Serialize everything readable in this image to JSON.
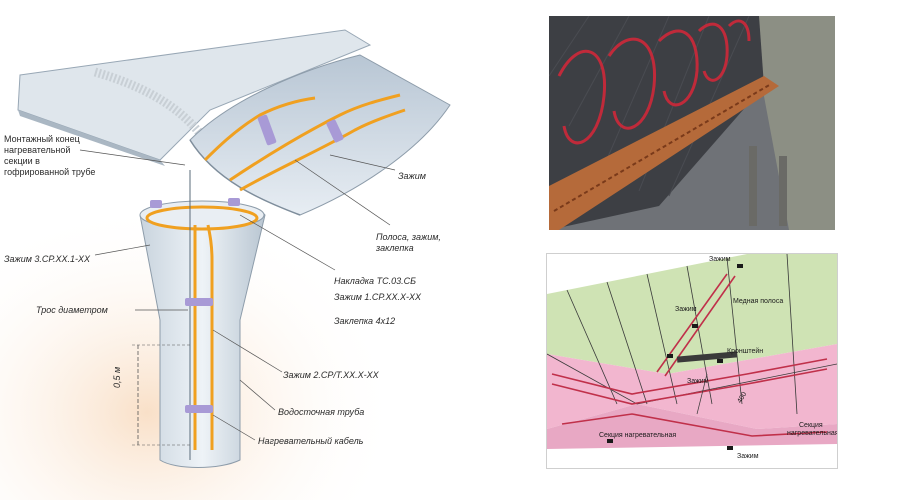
{
  "left_diagram": {
    "labels": {
      "mount_end": "Монтажный конец нагревательной секции в гофрированной трубе",
      "clamp_top": "Зажим",
      "strip": "Полоса, зажим, заклепка",
      "clamp_3": "Зажим 3.СР.ХХ.1-ХХ",
      "overlay_line1": "Накладка ТС.03.СБ",
      "overlay_line2": "Зажим 1.СР.ХХ.Х-ХХ",
      "overlay_line3": "Заклепка 4х12",
      "cable_rope": "Трос диаметром",
      "clamp_2": "Зажим 2.СР/Т.ХХ.Х-ХХ",
      "downpipe": "Водосточная труба",
      "heating_cable": "Нагревательный кабель",
      "dimension": "0,5 м"
    }
  },
  "photo": {
    "description_icon": "photo-roof-gutter-heating"
  },
  "plan_diagram": {
    "labels": {
      "clamp_top": "Зажим",
      "copper_strip": "Медная полоса",
      "clamps": "Зажим",
      "bracket": "Кронштейн",
      "clamp_mid": "Зажим",
      "dim_400": "400",
      "section_heating_left": "Секция нагревательная",
      "section_heating_right_line1": "Секция",
      "section_heating_right_line2": "нагревательная",
      "clamp_bottom": "Зажим"
    }
  },
  "colors": {
    "cable": "#f0a020",
    "metal": "#d9e2ea",
    "pink_roof": "#f2b6cf",
    "green_area": "#cfe3b4",
    "red_cable": "#c0304a"
  }
}
